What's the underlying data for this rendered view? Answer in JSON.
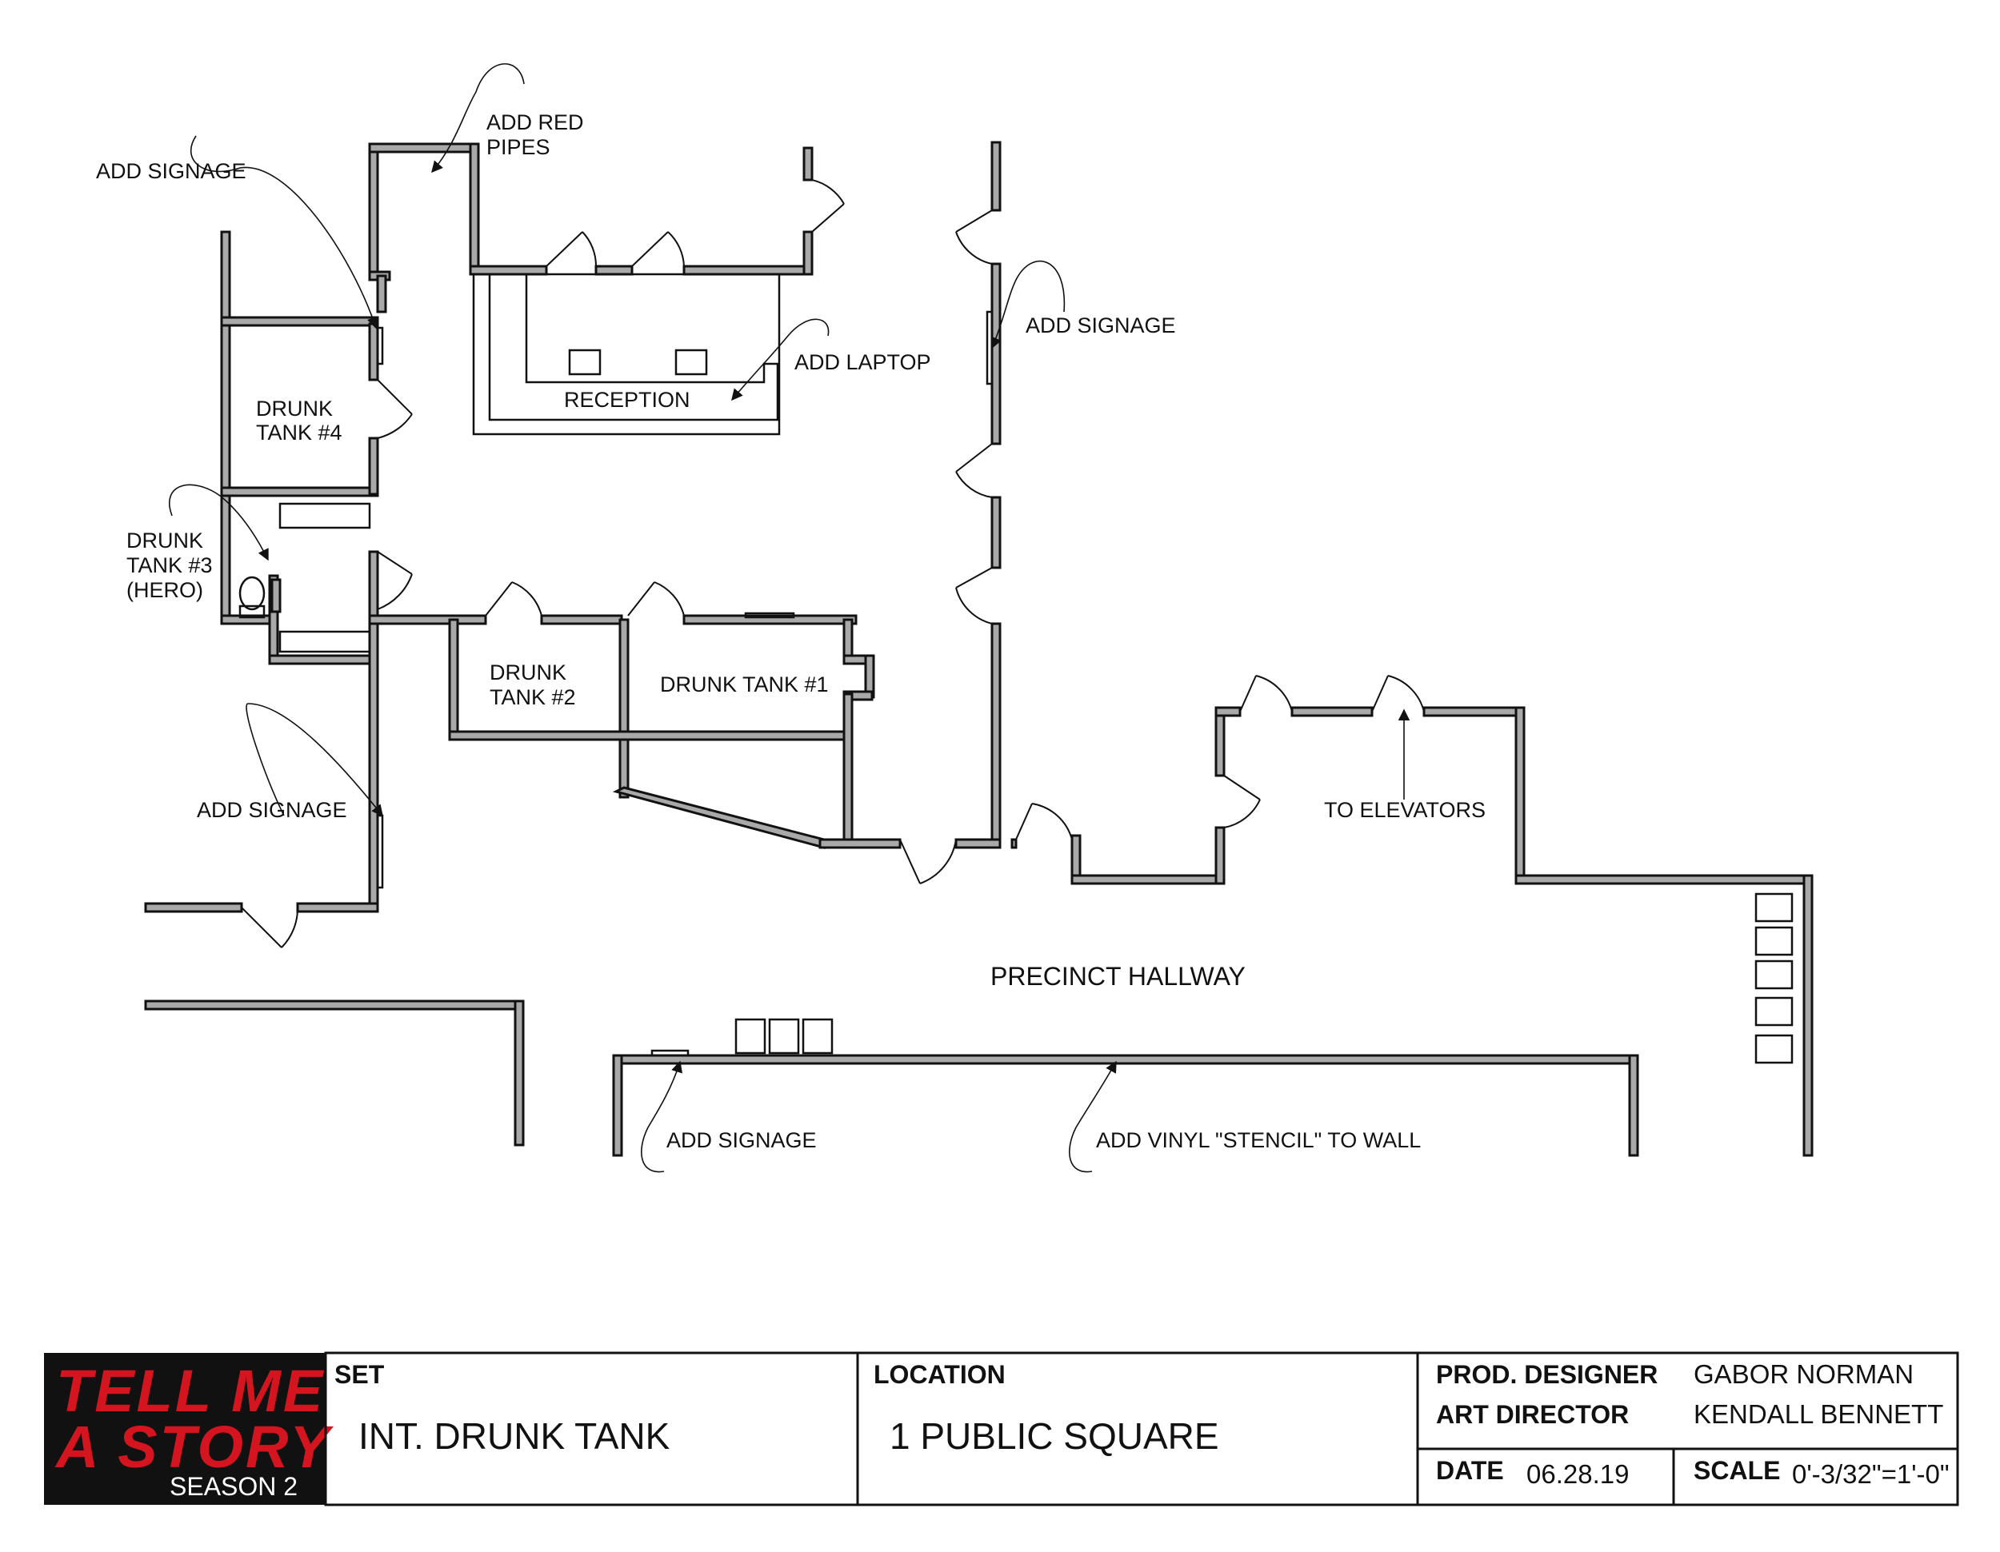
{
  "annotations": {
    "add_signage_top_left": "ADD SIGNAGE",
    "add_red_pipes_line1": "ADD RED",
    "add_red_pipes_line2": "PIPES",
    "add_signage_right": "ADD SIGNAGE",
    "add_laptop": "ADD LAPTOP",
    "add_signage_left_lower": "ADD SIGNAGE",
    "add_signage_bottom": "ADD SIGNAGE",
    "add_vinyl_stencil": "ADD VINYL \"STENCIL\" TO WALL",
    "to_elevators": "TO ELEVATORS"
  },
  "rooms": {
    "drunk_tank_4_line1": "DRUNK",
    "drunk_tank_4_line2": "TANK #4",
    "drunk_tank_3_line1": "DRUNK",
    "drunk_tank_3_line2": "TANK #3",
    "drunk_tank_3_line3": "(HERO)",
    "drunk_tank_2_line1": "DRUNK",
    "drunk_tank_2_line2": "TANK #2",
    "drunk_tank_1": "DRUNK TANK #1",
    "reception": "RECEPTION",
    "precinct_hallway": "PRECINCT HALLWAY"
  },
  "title_block": {
    "logo_line1": "TELL ME",
    "logo_line2": "A STORY",
    "logo_season": "SEASON 2",
    "set_label": "SET",
    "set_value": "INT. DRUNK TANK",
    "location_label": "LOCATION",
    "location_value": "1 PUBLIC SQUARE",
    "prod_designer_label": "PROD. DESIGNER",
    "prod_designer_value": "GABOR NORMAN",
    "art_director_label": "ART DIRECTOR",
    "art_director_value": "KENDALL BENNETT",
    "date_label": "DATE",
    "date_value": "06.28.19",
    "scale_label": "SCALE",
    "scale_value": "0'-3/32\"=1'-0\""
  },
  "colors": {
    "wall_fill": "#a9a9a9",
    "logo_red": "#d4151f",
    "logo_bg": "#111111"
  }
}
